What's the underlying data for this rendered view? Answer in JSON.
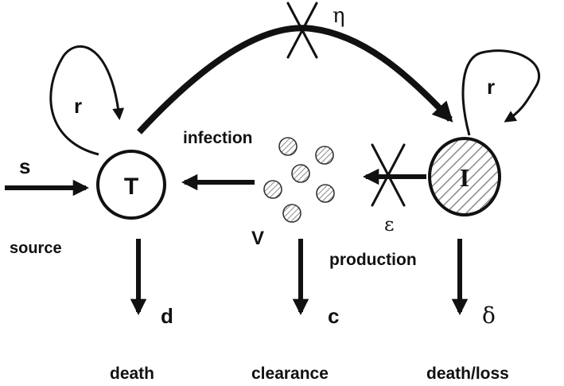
{
  "colors": {
    "ink": "#111111",
    "virion_fill": "#c8c8c8",
    "hatch": "#8a8a8a",
    "background": "#ffffff"
  },
  "nodes": {
    "target_cell": "T",
    "infected_cell": "I",
    "virus": "V"
  },
  "parameters": {
    "source_rate": "s",
    "proliferation_target": "r",
    "proliferation_infected": "r",
    "infection_block": "η",
    "production_block": "ε",
    "target_death": "d",
    "viral_clearance": "c",
    "infected_death": "δ"
  },
  "process_labels": {
    "infection": "infection",
    "source": "source",
    "production": "production",
    "death": "death",
    "clearance": "clearance",
    "death_loss": "death/loss"
  },
  "icons": {
    "block": "cross-icon",
    "virion": "hatched-circle-icon"
  }
}
